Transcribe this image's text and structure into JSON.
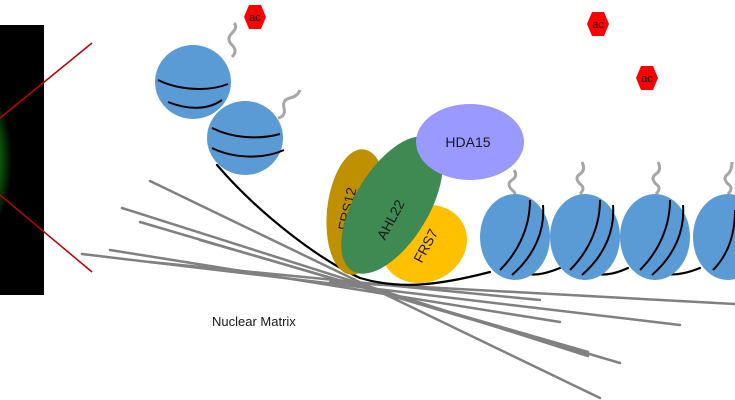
{
  "labels": {
    "nuclear_matrix": "Nuclear Matrix",
    "hda15": "HDA15",
    "ahl22": "AHL22",
    "frs12": "FRS12",
    "frs7": "FRS7",
    "acetyl": "ac"
  },
  "colors": {
    "nucleosome": "#5b9bd5",
    "dna": "#000000",
    "matrix_fiber": "#808080",
    "hda15": "#9999ff",
    "ahl22": "#3f8a52",
    "frs12": "#bf9000",
    "frs7": "#ffc000",
    "acetyl": "#ff0000",
    "histone_tail": "#a6a6a6",
    "micrograph_bg": "#000000",
    "micrograph_signal": "#22cc22",
    "inset_lines": "#c00000"
  },
  "icons": {
    "acetyl_group": "red-hexagon",
    "histone_tail": "wavy-line"
  }
}
